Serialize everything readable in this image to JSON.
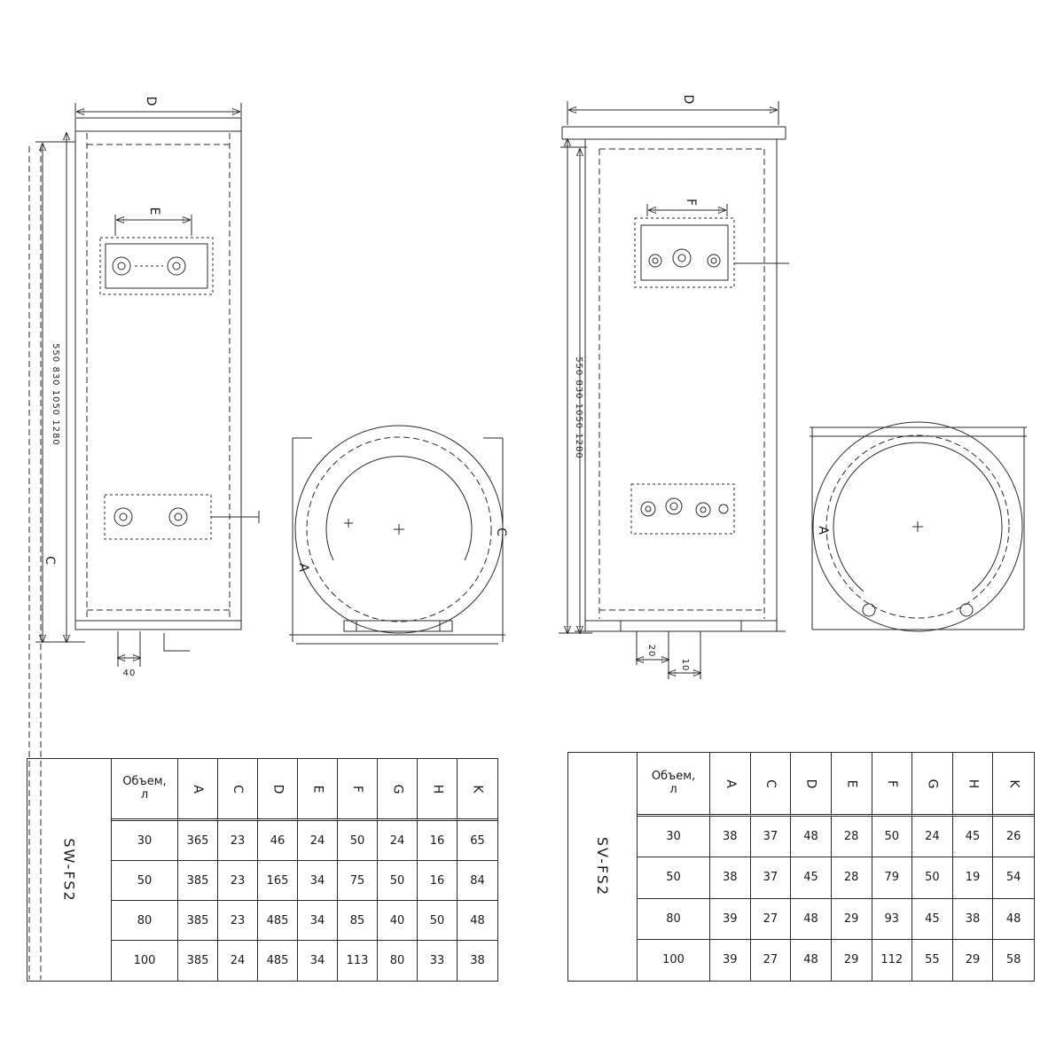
{
  "left_drawing": {
    "dim_d": "D",
    "dim_e": "E",
    "dim_bottom": "40",
    "side_dims": "550 830 1050 1280",
    "side_label_c": "C",
    "view_label_a": "A",
    "view_label_c": "C"
  },
  "right_drawing": {
    "dim_d": "D",
    "dim_f": "F",
    "dim_bottom_1": "20",
    "dim_bottom_2": "10",
    "side_dims": "550 830 1050 1280",
    "view_label_a": "A"
  },
  "left_table": {
    "model": "SW-FS2",
    "volume_header": "Объем,",
    "volume_unit": "л",
    "columns": [
      "A",
      "C",
      "D",
      "E",
      "F",
      "G",
      "H",
      "K"
    ],
    "rows": [
      {
        "volume": "30",
        "values": [
          "365",
          "23",
          "46",
          "24",
          "50",
          "24",
          "16",
          "65"
        ]
      },
      {
        "volume": "50",
        "values": [
          "385",
          "23",
          "165",
          "34",
          "75",
          "50",
          "16",
          "84"
        ]
      },
      {
        "volume": "80",
        "values": [
          "385",
          "23",
          "485",
          "34",
          "85",
          "40",
          "50",
          "48"
        ]
      },
      {
        "volume": "100",
        "values": [
          "385",
          "24",
          "485",
          "34",
          "113",
          "80",
          "33",
          "38"
        ]
      }
    ]
  },
  "right_table": {
    "model": "SV-FS2",
    "volume_header": "Объем,",
    "volume_unit": "л",
    "columns": [
      "A",
      "C",
      "D",
      "E",
      "F",
      "G",
      "H",
      "K"
    ],
    "rows": [
      {
        "volume": "30",
        "values": [
          "38",
          "37",
          "48",
          "28",
          "50",
          "24",
          "45",
          "26"
        ]
      },
      {
        "volume": "50",
        "values": [
          "38",
          "37",
          "45",
          "28",
          "79",
          "50",
          "19",
          "54"
        ]
      },
      {
        "volume": "80",
        "values": [
          "39",
          "27",
          "48",
          "29",
          "93",
          "45",
          "38",
          "48"
        ]
      },
      {
        "volume": "100",
        "values": [
          "39",
          "27",
          "48",
          "29",
          "112",
          "55",
          "29",
          "58"
        ]
      }
    ]
  }
}
